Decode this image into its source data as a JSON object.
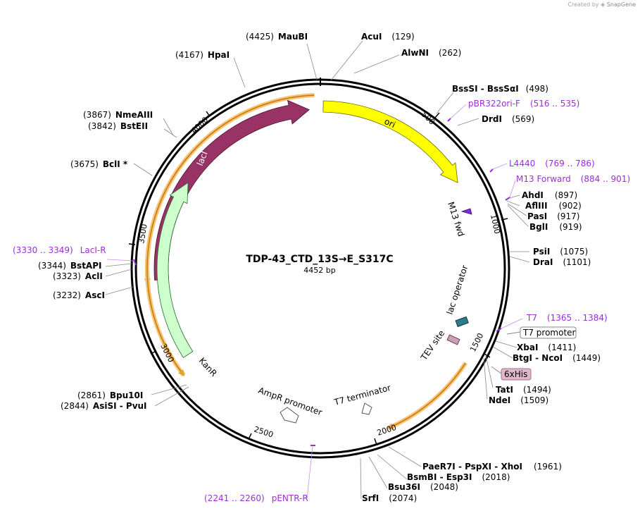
{
  "credit": {
    "prefix": "Created by",
    "brand": "SnapGene"
  },
  "plasmid": {
    "name": "TDP-43_CTD_13S→E_S317C",
    "length_label": "4452 bp"
  },
  "ticks": [
    "500",
    "1000",
    "1500",
    "2000",
    "2500",
    "3000",
    "3500",
    "4000"
  ],
  "sites": [
    {
      "text": "(4425)",
      "name": "MauBI"
    },
    {
      "name": "AcuI",
      "text": "(129)"
    },
    {
      "text": "(4167)",
      "name": "HpaI"
    },
    {
      "name": "AlwNI",
      "text": "(262)"
    },
    {
      "name": "BssSI  - BssSαI",
      "text": "(498)"
    },
    {
      "name": "DrdI",
      "text": "(569)"
    },
    {
      "text": "(3867)",
      "name": "NmeAIII"
    },
    {
      "text": "(3842)",
      "name": "BstEII"
    },
    {
      "text": "(3675)",
      "name": "BclI *"
    },
    {
      "name": "AhdI",
      "text": "(897)"
    },
    {
      "name": "AflIII",
      "text": "(902)"
    },
    {
      "name": "PasI",
      "text": "(917)"
    },
    {
      "name": "BglI",
      "text": "(919)"
    },
    {
      "name": "PsiI",
      "text": "(1075)"
    },
    {
      "name": "DraI",
      "text": "(1101)"
    },
    {
      "text": "(3344)",
      "name": "BstAPI"
    },
    {
      "text": "(3323)",
      "name": "AclI"
    },
    {
      "text": "(3232)",
      "name": "AscI"
    },
    {
      "name": "XbaI",
      "text": "(1411)"
    },
    {
      "name": "BtgI  - NcoI",
      "text": "(1449)"
    },
    {
      "name": "TatI",
      "text": "(1494)"
    },
    {
      "name": "NdeI",
      "text": "(1509)"
    },
    {
      "text": "(2861)",
      "name": "Bpu10I"
    },
    {
      "text": "(2844)",
      "name": "AsiSI  - PvuI"
    },
    {
      "name": "PaeR7I  - PspXI  - XhoI",
      "text": "(1961)"
    },
    {
      "name": "BsmBI  - Esp3I",
      "text": "(2018)"
    },
    {
      "name": "Bsu36I",
      "text": "(2048)"
    },
    {
      "name": "SrfI",
      "text": "(2074)"
    }
  ],
  "primers": [
    {
      "name": "pBR322ori-F",
      "range": "(516 .. 535)"
    },
    {
      "name": "L4440",
      "range": "(769 .. 786)"
    },
    {
      "name": "M13 Forward",
      "range": "(884 .. 901)"
    },
    {
      "name": "T7",
      "range": "(1365 .. 1384)"
    },
    {
      "range": "(3330 .. 3349)",
      "name": "LacI-R"
    },
    {
      "range": "(2241 .. 2260)",
      "name": "pENTR-R"
    }
  ],
  "features": {
    "ori": "ori",
    "lacI": "lacI",
    "kanR": "KanR",
    "m13fwd": "M13 fwd",
    "lac_operator": "lac operator",
    "tev_site": "TEV site",
    "t7_terminator": "T7 terminator",
    "ampr_promoter": "AmpR promoter",
    "t7_promoter": "T7 promoter",
    "his_tag": "6xHis"
  },
  "colors": {
    "ori": "#ffff00",
    "lacI": "#993366",
    "kanR": "#ccffcc",
    "orf_highlight": "#f5c372",
    "primer": "#9b2fd6",
    "his_box": "#e0b8cc",
    "lac_operator": "#2a7b8b",
    "tev": "#c8a0b4"
  }
}
